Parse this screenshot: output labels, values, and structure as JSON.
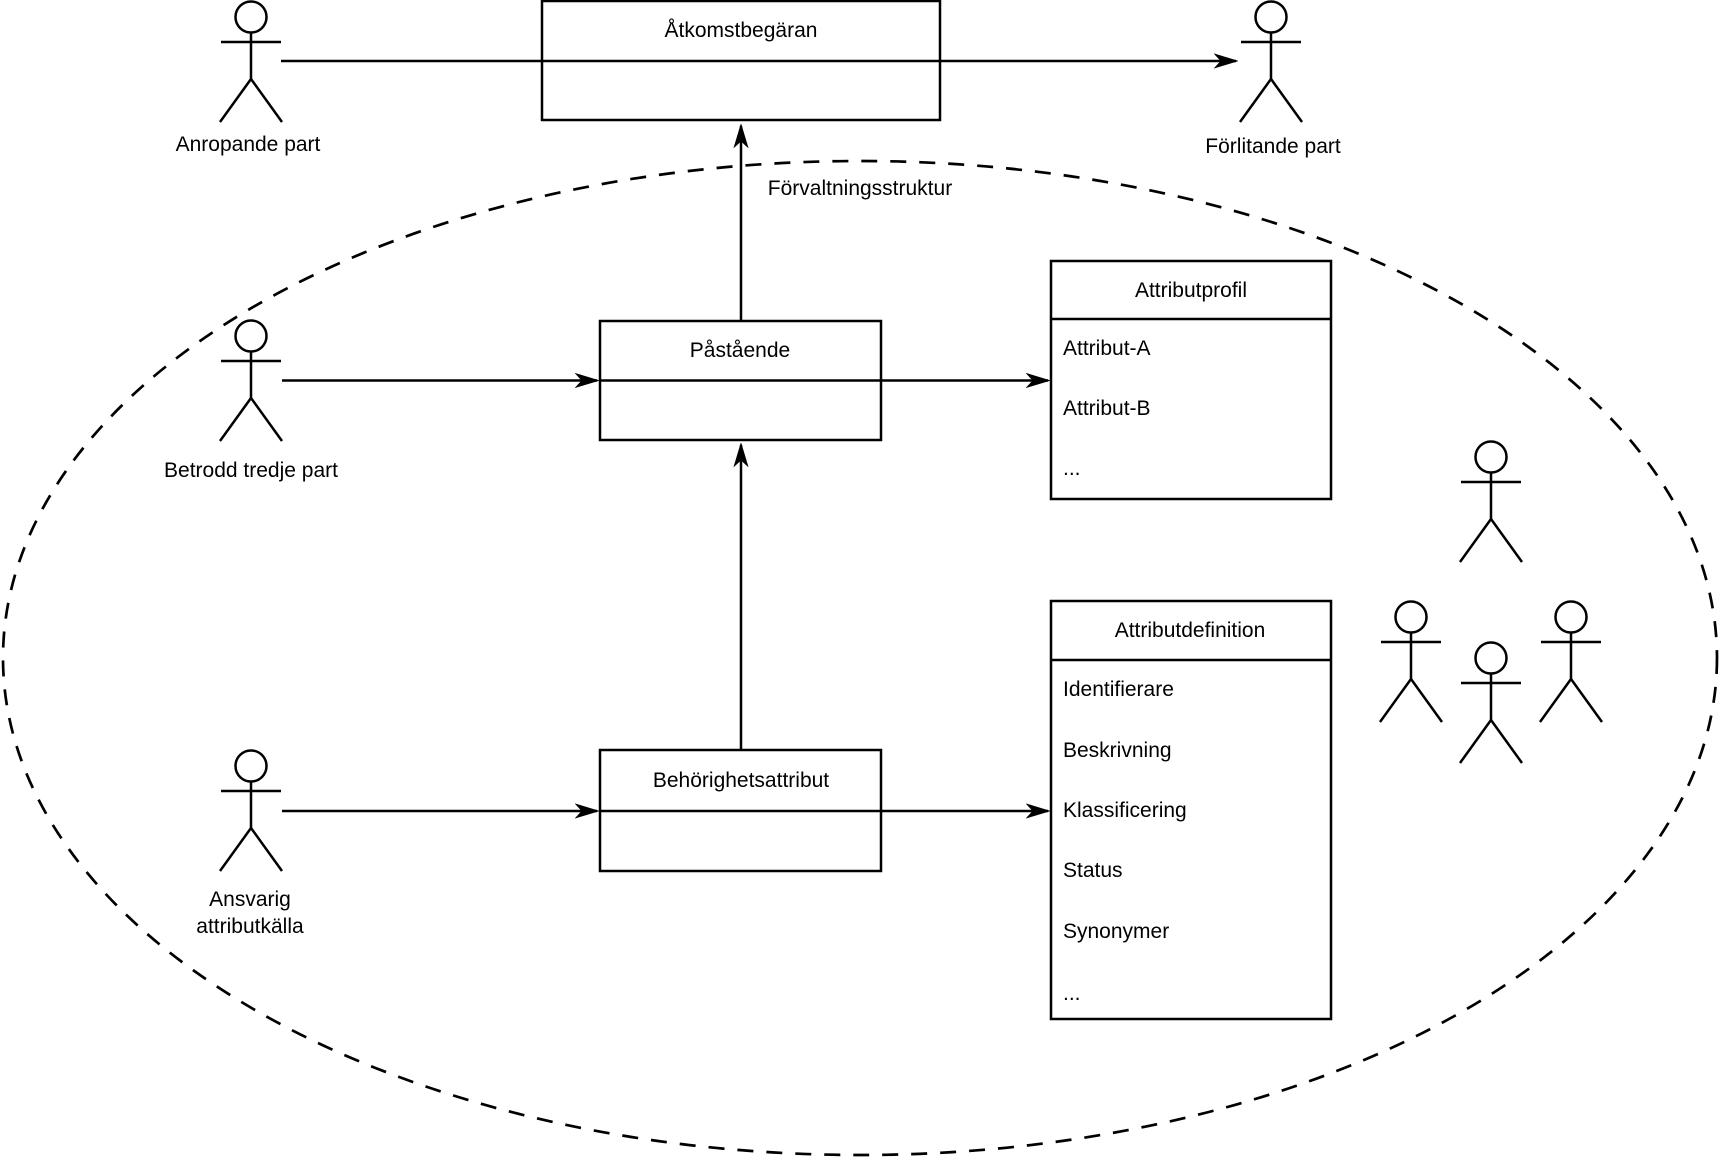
{
  "diagram": {
    "boundary_label": "Förvaltningsstruktur",
    "process_boxes": [
      {
        "id": "atkomstbegaran",
        "title": "Åtkomstbegäran"
      },
      {
        "id": "pastaende",
        "title": "Påstående"
      },
      {
        "id": "behorighetsattribut",
        "title": "Behörighetsattribut"
      }
    ],
    "class_boxes": [
      {
        "id": "attributprofil",
        "title": "Attributprofil",
        "rows": [
          "Attribut-A",
          "Attribut-B",
          "..."
        ]
      },
      {
        "id": "attributdefinition",
        "title": "Attributdefinition",
        "rows": [
          "Identifierare",
          "Beskrivning",
          "Klassificering",
          "Status",
          "Synonymer",
          "..."
        ]
      }
    ],
    "actor_labels": {
      "anropande": "Anropande part",
      "forlitande": "Förlitande part",
      "betrodd": "Betrodd tredje part",
      "ansvarig_line1": "Ansvarig",
      "ansvarig_line2": "attributkälla"
    },
    "colors": {
      "stroke": "#000000",
      "background": "#ffffff"
    }
  }
}
